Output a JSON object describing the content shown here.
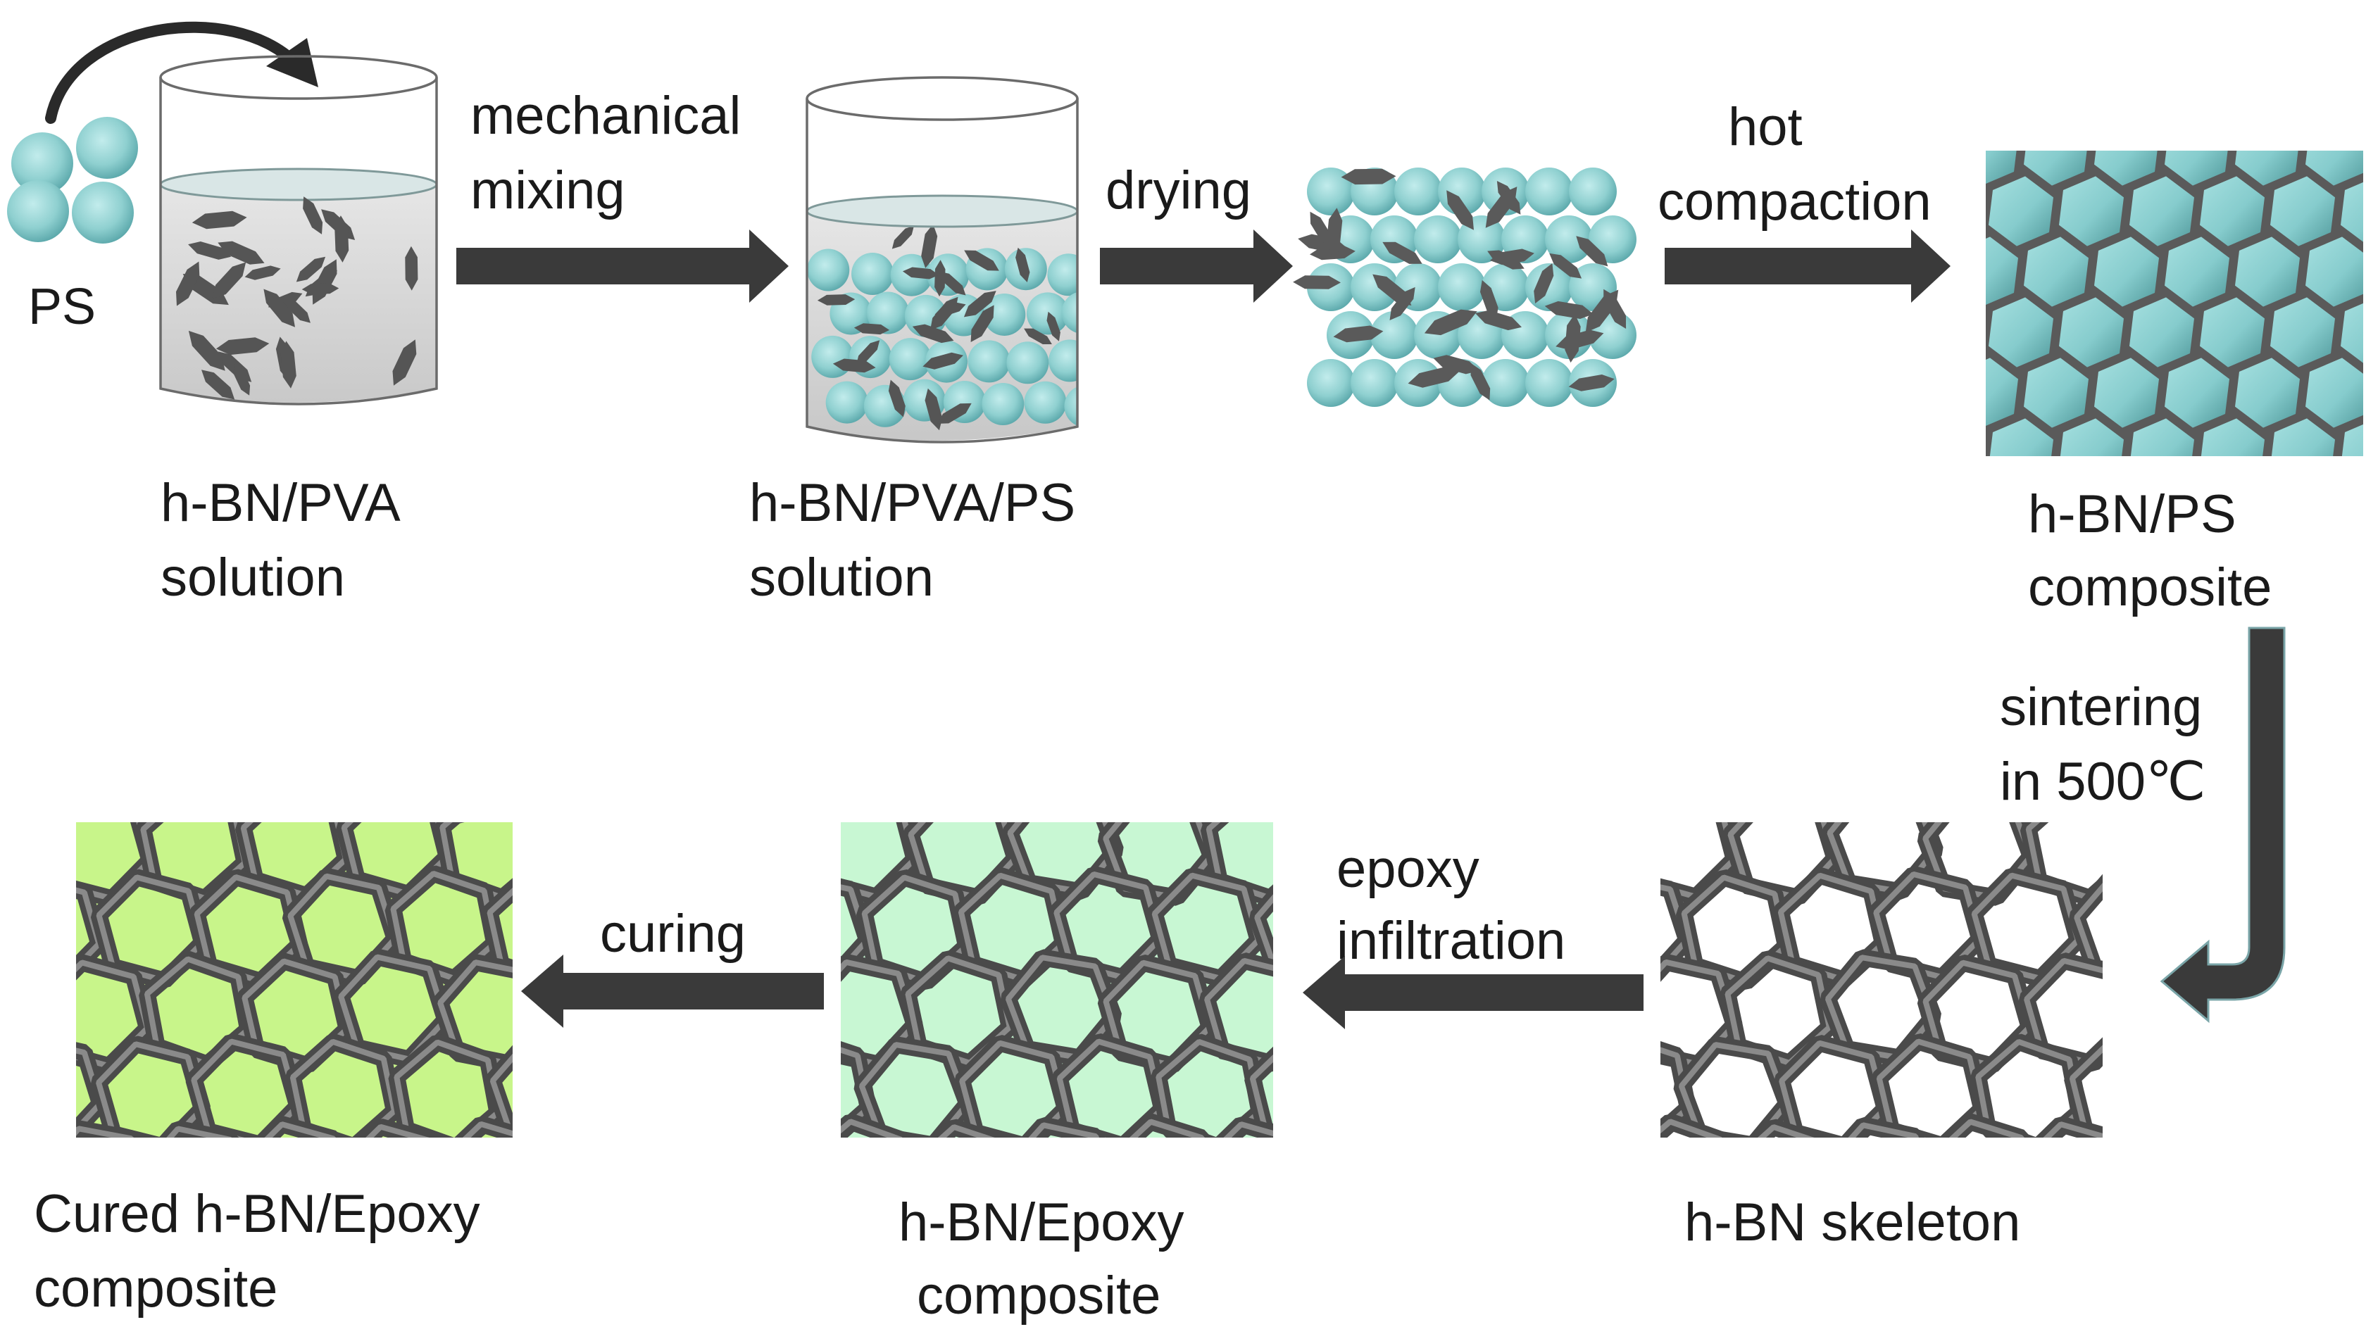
{
  "colors": {
    "ps_sphere": "#8fd0d0",
    "platelet": "#555555",
    "solution": "#d4d4d4",
    "arrow": "#3a3a3a",
    "skeleton": "#666666",
    "epoxy_fill": "#c8f7d3",
    "cured_fill": "#c8f58a"
  },
  "input": {
    "label": "PS"
  },
  "stages": [
    {
      "id": "hbn-pva-solution",
      "line1": "h-BN/PVA",
      "line2": "solution"
    },
    {
      "id": "hbn-pva-ps-solution",
      "line1": "h-BN/PVA/PS",
      "line2": "solution"
    },
    {
      "id": "dried-mixture"
    },
    {
      "id": "hbn-ps-composite",
      "line1": "h-BN/PS",
      "line2": "composite"
    },
    {
      "id": "hbn-skeleton",
      "line1": "h-BN skeleton"
    },
    {
      "id": "hbn-epoxy-composite",
      "line1": "h-BN/Epoxy",
      "line2": "composite"
    },
    {
      "id": "cured-composite",
      "line1": "Cured h-BN/Epoxy",
      "line2": "composite"
    }
  ],
  "steps": [
    {
      "line1": "mechanical",
      "line2": "mixing"
    },
    {
      "line1": "drying"
    },
    {
      "line1": "hot",
      "line2": "compaction"
    },
    {
      "line1": "sintering",
      "line2": "in 500℃"
    },
    {
      "line1": "epoxy",
      "line2": "infiltration"
    },
    {
      "line1": "curing"
    }
  ]
}
